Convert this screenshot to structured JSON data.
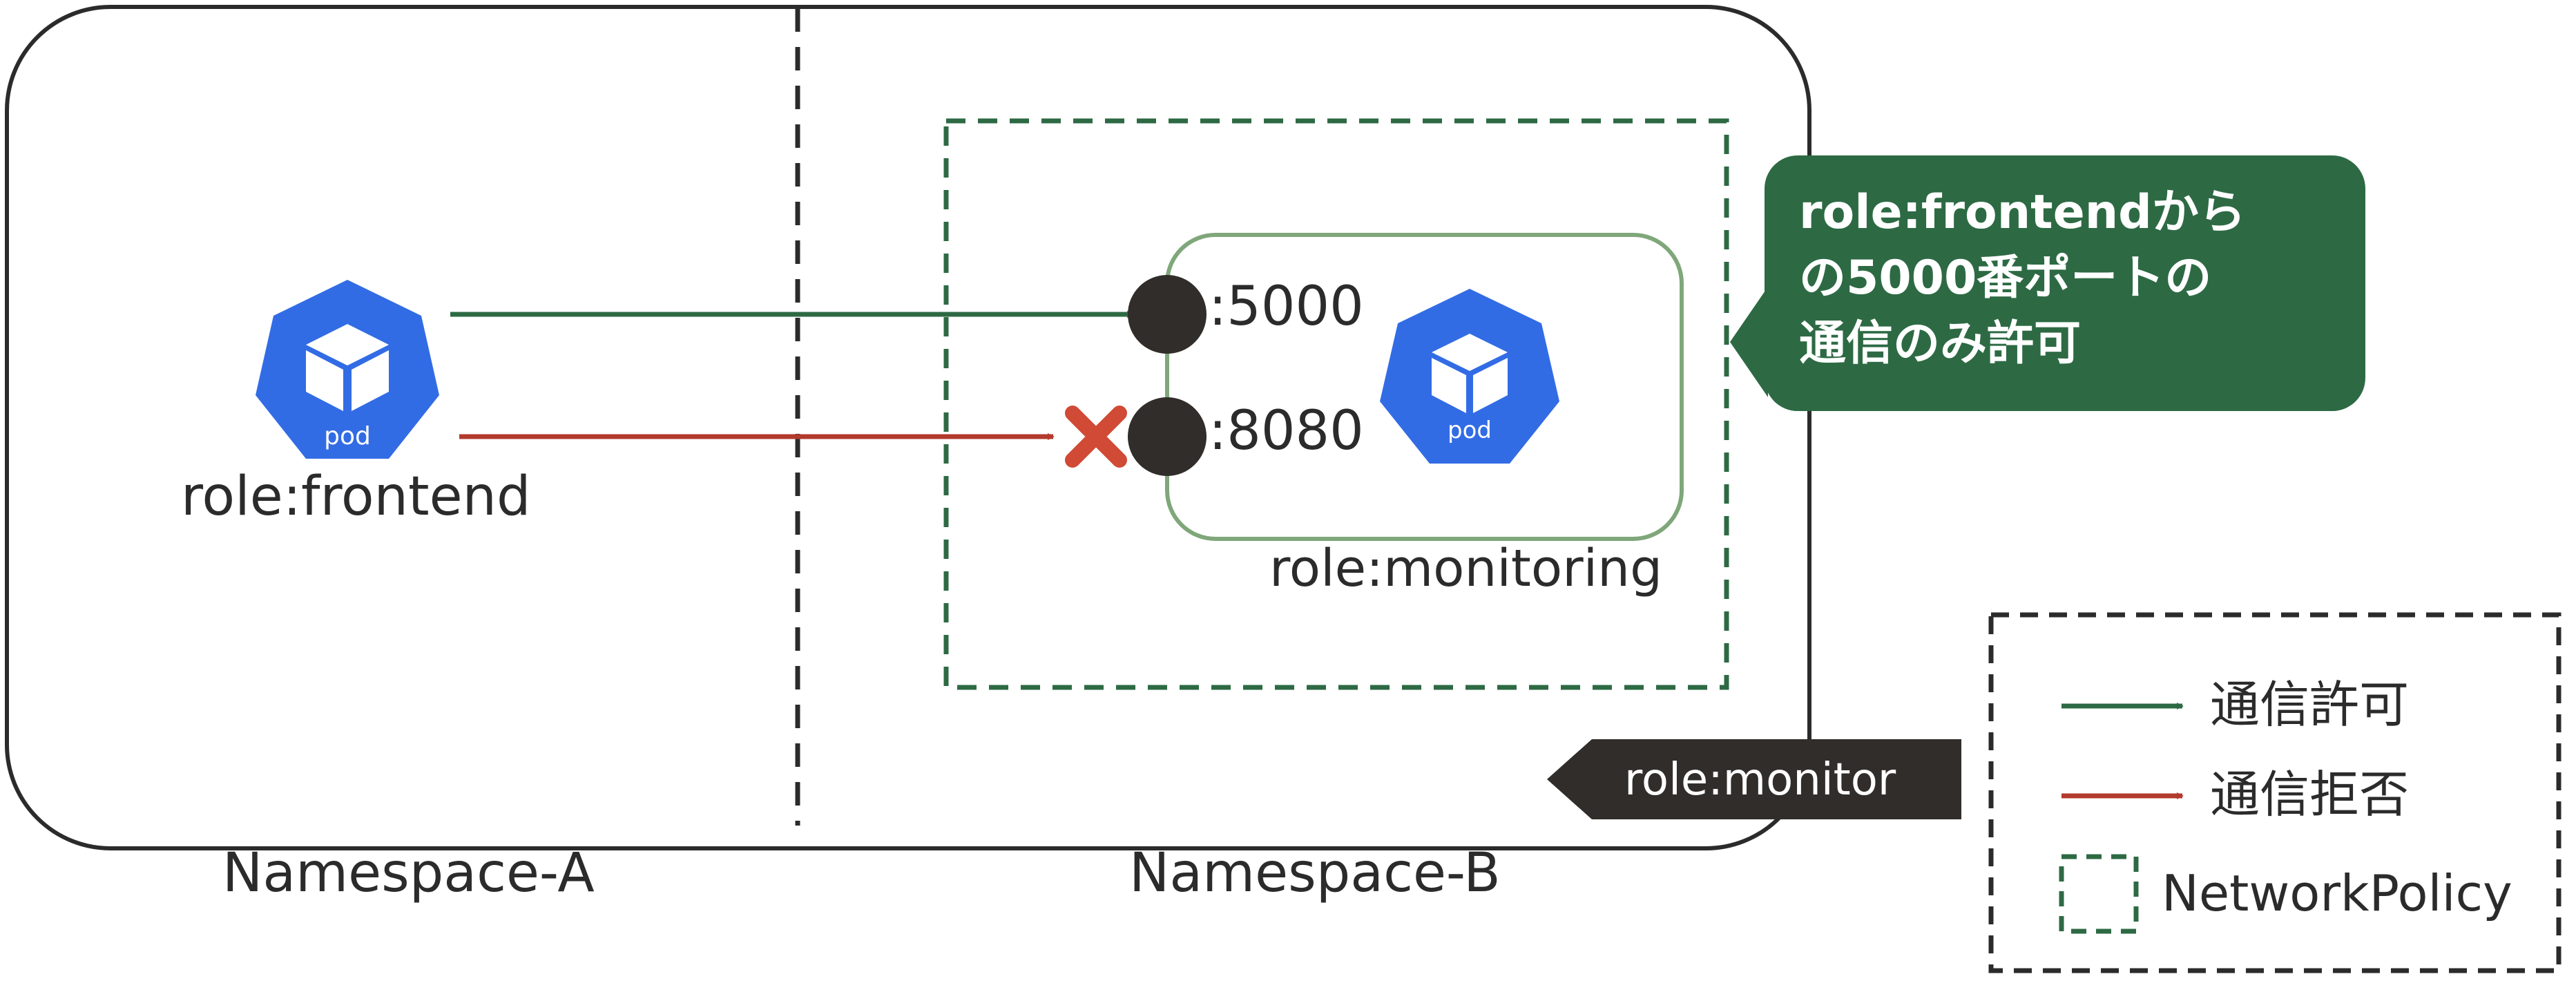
{
  "namespaces": {
    "a_label": "Namespace-A",
    "b_label": "Namespace-B"
  },
  "pods": {
    "source_icon_text": "pod",
    "source_label": "role:frontend",
    "target_icon_text": "pod",
    "target_label": "role:monitoring"
  },
  "ports": {
    "allowed": ":5000",
    "denied": ":8080"
  },
  "callout": {
    "lines": [
      "role:frontendから",
      "の5000番ポートの",
      "通信のみ許可"
    ]
  },
  "selector_tag": "role:monitor",
  "legend": {
    "allowed": "通信許可",
    "denied": "通信拒否",
    "policy": "NetworkPolicy"
  },
  "colors": {
    "allow": "#2d6a44",
    "deny": "#b33a2c",
    "policy_border": "#2d6a44",
    "pod_box": "#7fa77a",
    "k8s_blue": "#326ce5",
    "callout_bg": "#2d6a44",
    "tag_bg": "#312d2a",
    "deny_mark": "#d04a35",
    "port_dot": "#312d2a"
  }
}
